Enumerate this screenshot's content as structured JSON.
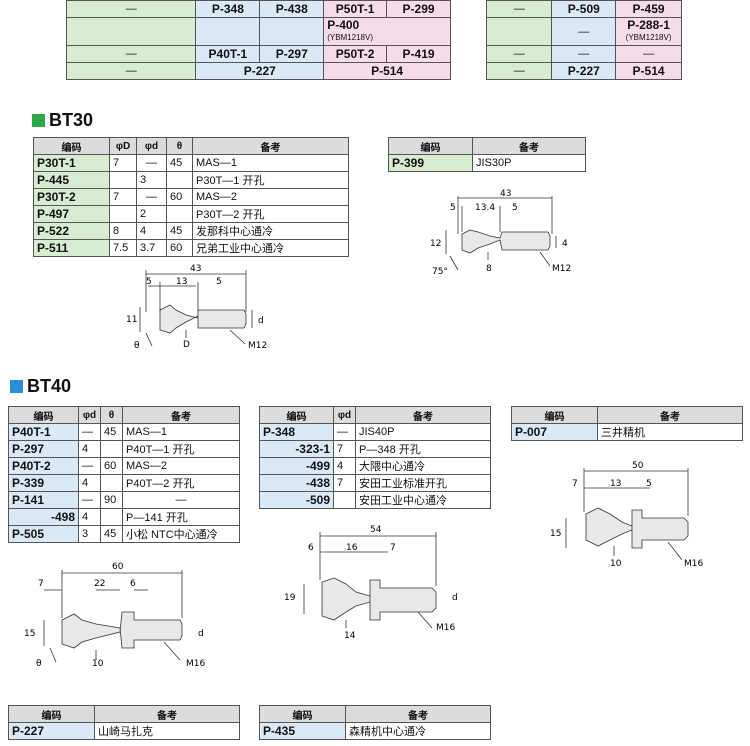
{
  "top_strip": {
    "rows": [
      {
        "c1": "—",
        "c2": "P-348",
        "c3": "P-438",
        "c4": "P50T-1",
        "c5": "P-299",
        "c6": "—",
        "c7": "P-509",
        "c8": "P-459"
      },
      {
        "c1": "",
        "c2": "",
        "c3": "",
        "c4": "P-400",
        "c4b": "(YBM1218V)",
        "c5": "",
        "c6": "",
        "c7": "—",
        "c8": "P-288-1",
        "c8b": "(YBM1218V)"
      },
      {
        "c1": "—",
        "c2": "P40T-1",
        "c3": "P-297",
        "c4": "P50T-2",
        "c5": "P-419",
        "c6": "—",
        "c7": "—",
        "c8": "—"
      },
      {
        "c1": "—",
        "c2": "P-227",
        "c4": "P-514",
        "c6": "—",
        "c7": "P-227",
        "c8": "P-514"
      }
    ]
  },
  "bt30": {
    "title": "BT30",
    "color": "#2aa84a",
    "headers": [
      "编码",
      "φD",
      "φd",
      "θ",
      "备考"
    ],
    "rows": [
      [
        "P30T-1",
        "7",
        "—",
        "45",
        "MAS—1"
      ],
      [
        "P-445",
        "",
        "3",
        "",
        "P30T—1 开孔"
      ],
      [
        "P30T-2",
        "7",
        "—",
        "60",
        "MAS—2"
      ],
      [
        "P-497",
        "",
        "2",
        "",
        "P30T—2 开孔"
      ],
      [
        "P-522",
        "8",
        "4",
        "45",
        "发那科中心通冷"
      ],
      [
        "P-511",
        "7.5",
        "3.7",
        "60",
        "兄弟工业中心通冷"
      ]
    ],
    "side_headers": [
      "编码",
      "备考"
    ],
    "side_row": [
      "P-399",
      "JIS30P"
    ],
    "drawing1": {
      "d43": "43",
      "d5a": "5",
      "d13": "13",
      "d5b": "5",
      "d11": "11",
      "theta": "θ",
      "D": "D",
      "d": "d",
      "m": "M12"
    },
    "drawing2": {
      "d43": "43",
      "d5": "5",
      "d134": "13.4",
      "d5b": "5",
      "d12": "12",
      "d4": "4",
      "d75": "75°",
      "d8": "8",
      "m": "M12"
    }
  },
  "bt40": {
    "title": "BT40",
    "color": "#2a8fd6",
    "t1_headers": [
      "编码",
      "φd",
      "θ",
      "备考"
    ],
    "t1_rows": [
      [
        "P40T-1",
        "—",
        "45",
        "MAS—1"
      ],
      [
        "P-297",
        "4",
        "",
        "P40T—1 开孔"
      ],
      [
        "P40T-2",
        "—",
        "60",
        "MAS—2"
      ],
      [
        "P-339",
        "4",
        "",
        "P40T—2 开孔"
      ],
      [
        "P-141",
        "—",
        "90",
        "—"
      ],
      [
        "-498",
        "4",
        "",
        "P—141 开孔"
      ],
      [
        "P-505",
        "3",
        "45",
        "小松 NTC中心通冷"
      ]
    ],
    "t2_headers": [
      "编码",
      "φd",
      "备考"
    ],
    "t2_rows": [
      [
        "P-348",
        "—",
        "JIS40P"
      ],
      [
        "-323-1",
        "7",
        "P—348 开孔"
      ],
      [
        "-499",
        "4",
        "大隈中心通冷"
      ],
      [
        "-438",
        "7",
        "安田工业标准开孔"
      ],
      [
        "-509",
        "",
        "安田工业中心通冷"
      ]
    ],
    "t3_headers": [
      "编码",
      "备考"
    ],
    "t3_row": [
      "P-007",
      "三井精机"
    ],
    "drawing1": {
      "d60": "60",
      "d7": "7",
      "d22": "22",
      "d6": "6",
      "d15": "15",
      "d10": "10",
      "theta": "θ",
      "d": "d",
      "m": "M16"
    },
    "drawing2": {
      "d54": "54",
      "d6": "6",
      "d16": "16",
      "d7": "7",
      "d19": "19",
      "d14": "14",
      "d": "d",
      "m": "M16"
    },
    "drawing3": {
      "d50": "50",
      "d7": "7",
      "d13": "13",
      "d5": "5",
      "d15": "15",
      "d10": "10",
      "m": "M16"
    }
  },
  "bottom": {
    "t1_headers": [
      "编码",
      "备考"
    ],
    "t1_row": [
      "P-227",
      "山崎马扎克"
    ],
    "t2_headers": [
      "编码",
      "备考"
    ],
    "t2_row": [
      "P-435",
      "森精机中心通冷"
    ]
  }
}
